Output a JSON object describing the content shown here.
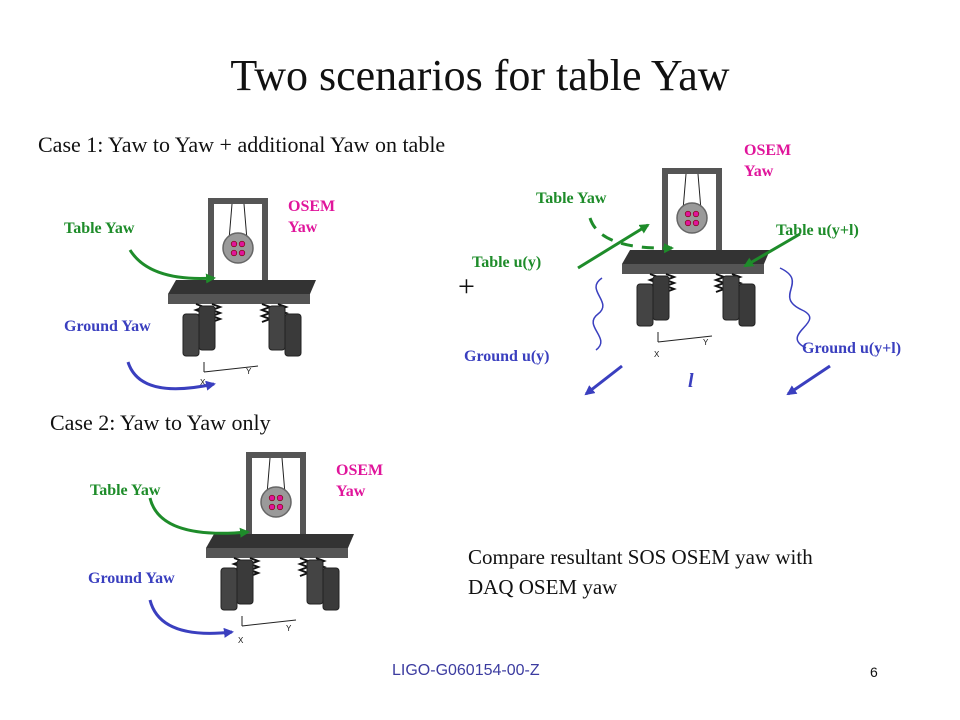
{
  "title": "Two scenarios for table Yaw",
  "case1": {
    "heading": "Case 1: Yaw to Yaw + additional Yaw on table",
    "table_yaw": "Table Yaw",
    "ground_yaw": "Ground Yaw",
    "osem_yaw": [
      "OSEM",
      "Yaw"
    ],
    "axis_x": "X",
    "axis_y": "Y"
  },
  "equivalent": {
    "plus": "+",
    "table_yaw": "Table Yaw",
    "osem_yaw": [
      "OSEM",
      "Yaw"
    ],
    "table_u_y": "Table u(y)",
    "table_u_yl": "Table u(y+l)",
    "ground_u_y": "Ground u(y)",
    "ground_u_yl": "Ground u(y+l)",
    "length": "l",
    "axis_x": "X",
    "axis_y": "Y"
  },
  "case2": {
    "heading": "Case 2: Yaw to Yaw only",
    "table_yaw": "Table Yaw",
    "ground_yaw": "Ground Yaw",
    "osem_yaw": [
      "OSEM",
      "Yaw"
    ],
    "axis_x": "X",
    "axis_y": "Y"
  },
  "compare": [
    "Compare resultant SOS OSEM yaw with",
    "DAQ OSEM yaw"
  ],
  "footer": "LIGO-G060154-00-Z",
  "page_number": "6",
  "colors": {
    "green": "#1e8c2a",
    "blue": "#3a3fbf",
    "magenta": "#e0159b",
    "table": "#444444"
  }
}
